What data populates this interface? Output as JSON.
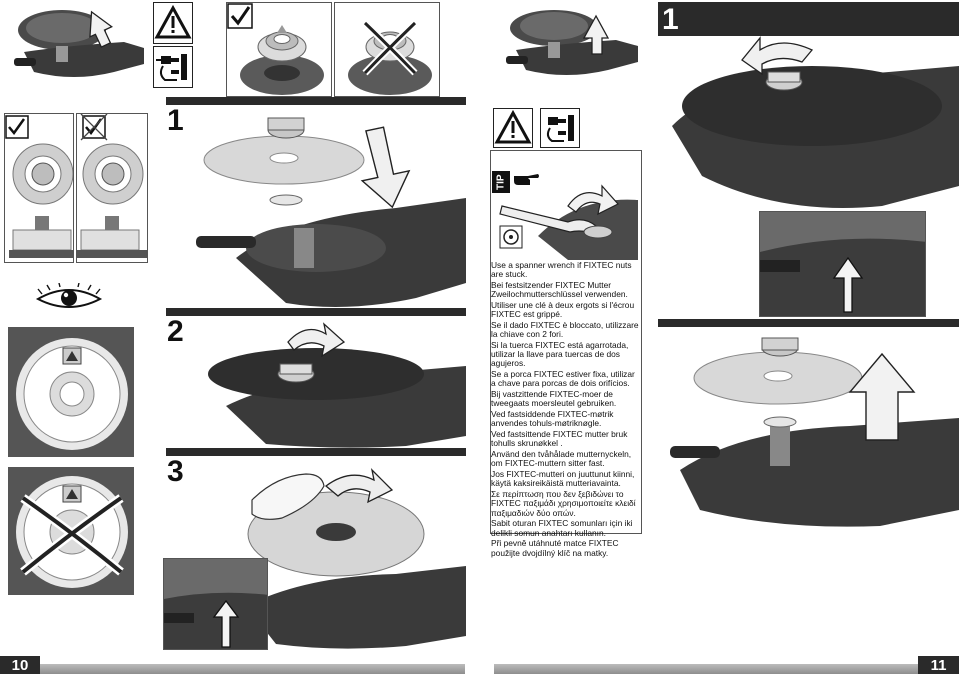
{
  "page_left": {
    "number": "10"
  },
  "page_right": {
    "number": "11"
  },
  "steps_left": [
    {
      "number": "1"
    },
    {
      "number": "2"
    },
    {
      "number": "3"
    }
  ],
  "steps_right": [
    {
      "number": "1"
    }
  ],
  "tip": {
    "label": "TIP"
  },
  "instructions": [
    "Use a spanner wrench if FIXTEC nuts are stuck.",
    "Bei festsitzender FIXTEC Mutter Zweilochmutterschlüssel verwenden.",
    "Utiliser une clé à deux ergots si l'écrou FIXTEC est grippé.",
    "Se il dado FIXTEC è bloccato, utilizzare la chiave con 2 fori.",
    "Si la tuerca FIXTEC está agarrotada, utilizar la llave para tuercas de dos agujeros.",
    "Se a porca FIXTEC estiver fixa, utilizar a chave para porcas de dois orifícios.",
    "Bij vastzittende FIXTEC-moer de tweegaats moersleutel gebruiken.",
    "Ved fastsiddende FIXTEC-møtrik anvendes tohuls-møtriknøgle.",
    "Ved fastsittende FIXTEC mutter bruk tohulls skrunøkkel .",
    "Använd den tvåhålade mutternyckeln, om FIXTEC-muttern sitter fast.",
    "Jos FIXTEC-mutteri on juuttunut kiinni, käytä kaksireikäistä mutteriavainta.",
    "Σε περίπτωση που δεν ξεβιδώνει το FIXTEC παξιμάδι χρησιμοποιείτε κλειδί παξιμαδιών δύο οπών.",
    "Sabit oturan FIXTEC somunları için iki delikli somun anahtarı kullanın.",
    "Při pevně utáhnuté matce FIXTEC použijte dvojdílný klíč na matky."
  ],
  "colors": {
    "dark_bar": "#2a2a2a",
    "grinder": "#3a3a3a",
    "disc": "#d8d8d8"
  }
}
